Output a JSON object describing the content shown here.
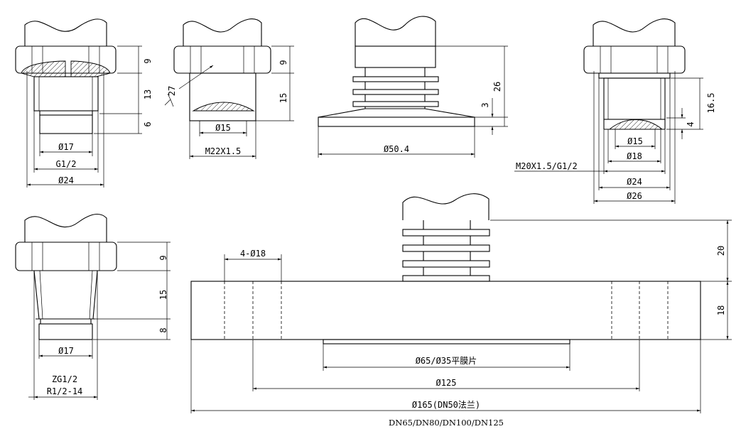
{
  "dimensions": {
    "f1_h_hex": "9",
    "f1_h_thread": "13",
    "f1_h_tip": "6",
    "f1_d_inner": "Ø17",
    "f1_thread": "G1/2",
    "f1_d_outer": "Ø24",
    "f2_h_hex": "9",
    "f2_h_body": "15",
    "f2_angle": "27",
    "f2_d_membrane": "Ø15",
    "f2_thread": "M22X1.5",
    "f3_h_total": "26",
    "f3_h_flange": "3",
    "f3_d_flange": "Ø50.4",
    "f4_h_thread": "16.5",
    "f4_h_tip": "4",
    "f4_d_membrane": "Ø15",
    "f4_d_inner": "Ø18",
    "f4_thread": "M20X1.5/G1/2",
    "f4_d_mid": "Ø24",
    "f4_d_outer": "Ø26",
    "f5_h_hex": "9",
    "f5_h_thread": "15",
    "f5_h_tip": "8",
    "f5_d_inner": "Ø17",
    "f5_thread_a": "ZG1/2",
    "f5_thread_b": "R1/2-14",
    "f6_holes": "4-Ø18",
    "f6_h_fins": "20",
    "f6_h_flange": "18",
    "f6_d_membrane": "Ø65/Ø35平膜片",
    "f6_d_bolt": "Ø125",
    "f6_d_flange": "Ø165(DN50法兰)",
    "f6_sizes": "DN65/DN80/DN100/DN125"
  }
}
